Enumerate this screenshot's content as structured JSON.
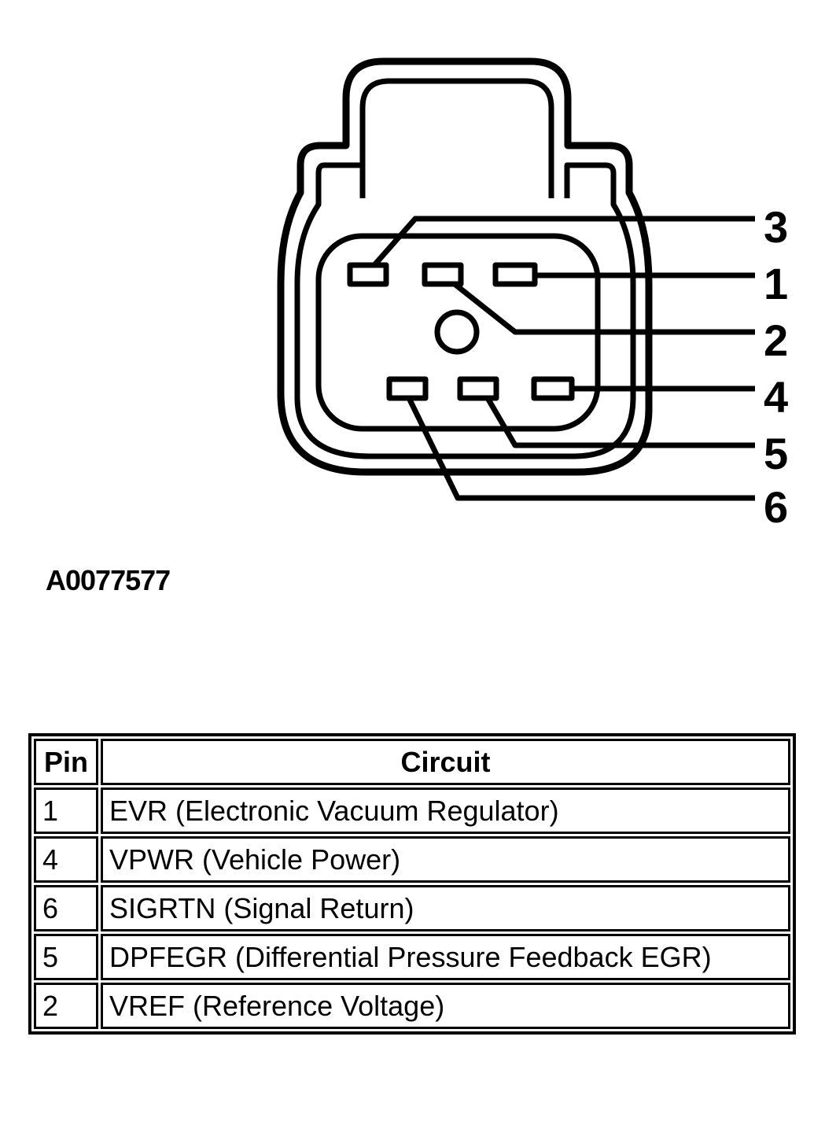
{
  "figure_id": "A0077577",
  "pin_callouts": [
    "3",
    "1",
    "2",
    "4",
    "5",
    "6"
  ],
  "table": {
    "headers": [
      "Pin",
      "Circuit"
    ],
    "rows": [
      {
        "pin": "1",
        "circuit": "EVR (Electronic Vacuum Regulator)"
      },
      {
        "pin": "4",
        "circuit": "VPWR (Vehicle Power)"
      },
      {
        "pin": "6",
        "circuit": "SIGRTN (Signal Return)"
      },
      {
        "pin": "5",
        "circuit": "DPFEGR (Differential Pressure Feedback EGR)"
      },
      {
        "pin": "2",
        "circuit": "VREF (Reference Voltage)"
      }
    ]
  },
  "colors": {
    "line": "#000000",
    "background": "#ffffff"
  }
}
